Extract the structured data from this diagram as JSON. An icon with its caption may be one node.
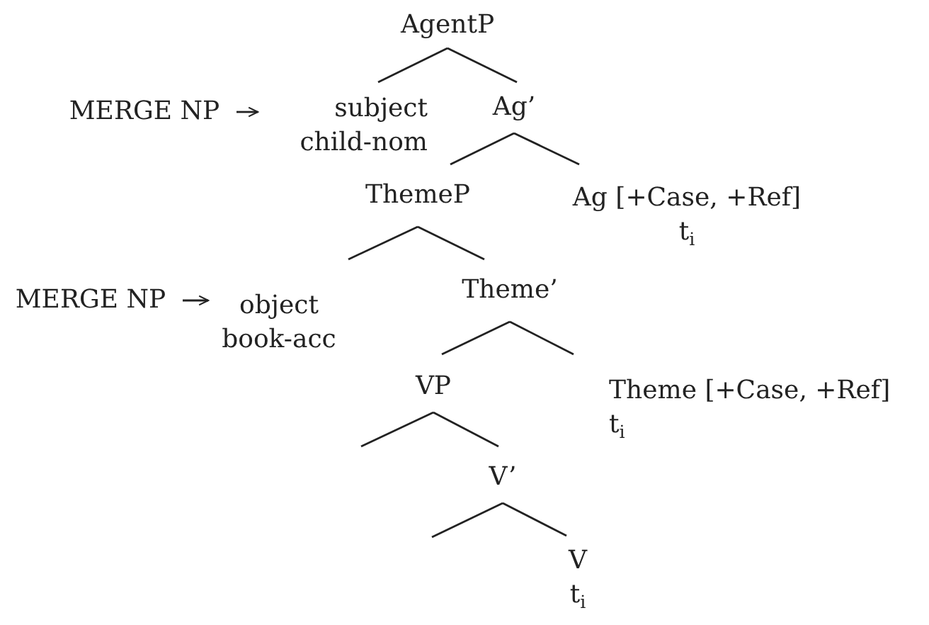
{
  "diagram": {
    "nodes": [
      {
        "text": [
          "AgentP"
        ]
      },
      {
        "text": [
          "MERGE NP"
        ]
      },
      {
        "text": [
          "subject child-nom"
        ]
      },
      {
        "text": [
          "Ag’"
        ]
      },
      {
        "text": [
          "ThemeP"
        ]
      },
      {
        "text": [
          "Ag [+Case, +Ref]",
          "t$_{i}$"
        ]
      },
      {
        "text": [
          "MERGE NP"
        ]
      },
      {
        "text": [
          "object book-acc"
        ]
      },
      {
        "text": [
          "Theme’"
        ]
      },
      {
        "text": [
          "VP"
        ]
      },
      {
        "text": [
          "Theme [+Case, +Ref]",
          "t$_{i}$"
        ]
      },
      {
        "text": [
          "V’"
        ]
      },
      {
        "text": [
          "V",
          "t$_{i}$"
        ]
      }
    ],
    "edges": [
      {
        "from": 0,
        "to": 2,
        "arrow": "none"
      },
      {
        "from": 0,
        "to": 3,
        "arrow": "none"
      },
      {
        "from": 1,
        "to": 2,
        "arrow": "to"
      },
      {
        "from": 3,
        "to": 4,
        "arrow": "none"
      },
      {
        "from": 3,
        "to": 5,
        "arrow": "none"
      },
      {
        "from": 4,
        "to": 7,
        "arrow": "none"
      },
      {
        "from": 4,
        "to": 8,
        "arrow": "none"
      },
      {
        "from": 6,
        "to": 7,
        "arrow": "to"
      },
      {
        "from": 8,
        "to": 9,
        "arrow": "none"
      },
      {
        "from": 8,
        "to": 10,
        "arrow": "none"
      },
      {
        "from": 9,
        "to": null,
        "arrow": "none"
      },
      {
        "from": 9,
        "to": 11,
        "arrow": "none"
      },
      {
        "from": 11,
        "to": null,
        "arrow": "none"
      },
      {
        "from": 11,
        "to": 12,
        "arrow": "none"
      }
    ]
  }
}
